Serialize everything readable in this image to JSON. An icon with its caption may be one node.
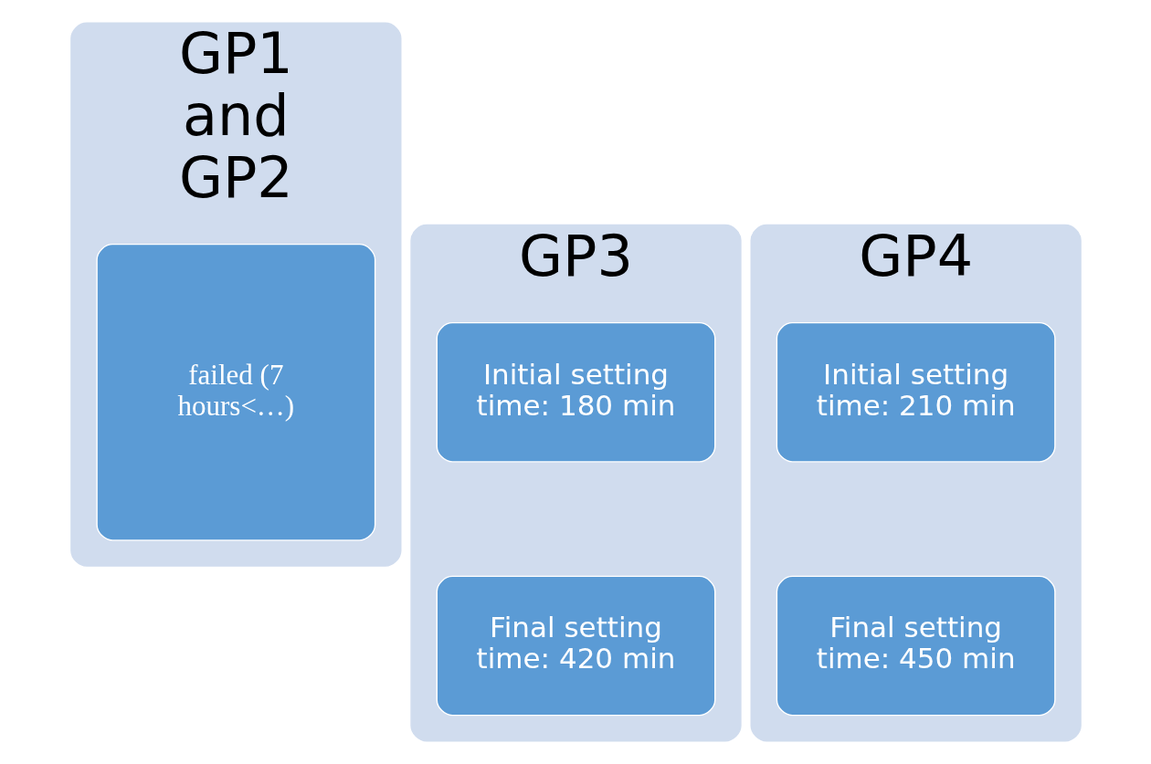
{
  "diagram": {
    "nodes": [
      {
        "text": [
          "GP1 and GP2"
        ]
      },
      {
        "text": [
          "failed (7 hours<…)"
        ],
        "in": 0
      },
      {
        "text": [
          "GP3"
        ]
      },
      {
        "text": [
          "Initial setting time: 180 min"
        ],
        "in": 2
      },
      {
        "text": [
          "Final setting time: 420 min"
        ],
        "in": 2
      },
      {
        "text": [
          "GP4"
        ]
      },
      {
        "text": [
          "Initial setting time: 210 min"
        ],
        "in": 5
      },
      {
        "text": [
          "Final setting time: 450 min"
        ],
        "in": 5
      }
    ]
  }
}
